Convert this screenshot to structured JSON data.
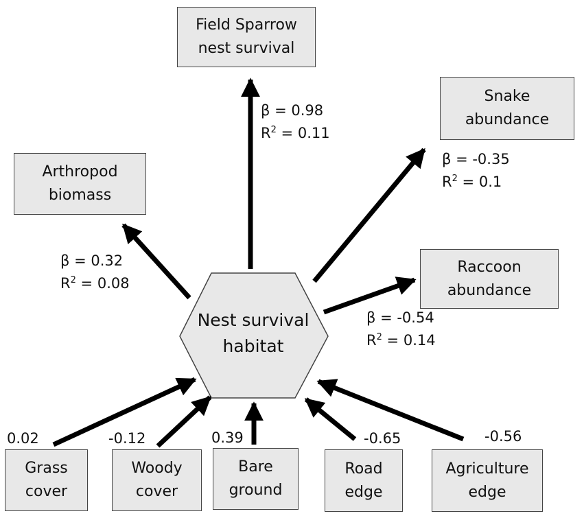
{
  "center": {
    "line1": "Nest survival",
    "line2": "habitat"
  },
  "outcomes": {
    "field_sparrow": {
      "line1": "Field Sparrow",
      "line2": "nest survival",
      "beta": "β = 0.98",
      "r2_value": "0.11"
    },
    "snake": {
      "line1": "Snake",
      "line2": "abundance",
      "beta": "β = -0.35",
      "r2_value": "0.1"
    },
    "arthropod": {
      "line1": "Arthropod",
      "line2": "biomass",
      "beta": "β = 0.32",
      "r2_value": "0.08"
    },
    "raccoon": {
      "line1": "Raccoon",
      "line2": "abundance",
      "beta": "β = -0.54",
      "r2_value": "0.14"
    }
  },
  "r2_label": {
    "base": "R",
    "sup": "2",
    "eq": " = "
  },
  "predictors": {
    "grass": {
      "line1": "Grass",
      "line2": "cover",
      "coef": "0.02"
    },
    "woody": {
      "line1": "Woody",
      "line2": "cover",
      "coef": "-0.12"
    },
    "bare": {
      "line1": "Bare",
      "line2": "ground",
      "coef": "0.39"
    },
    "road": {
      "line1": "Road",
      "line2": "edge",
      "coef": "-0.65"
    },
    "agriculture": {
      "line1": "Agriculture",
      "line2": "edge",
      "coef": "-0.56"
    }
  },
  "colors": {
    "box_fill": "#e8e8e8",
    "arrow": "#000000",
    "hex_fill": "#e8e8e8",
    "border": "#444444"
  }
}
